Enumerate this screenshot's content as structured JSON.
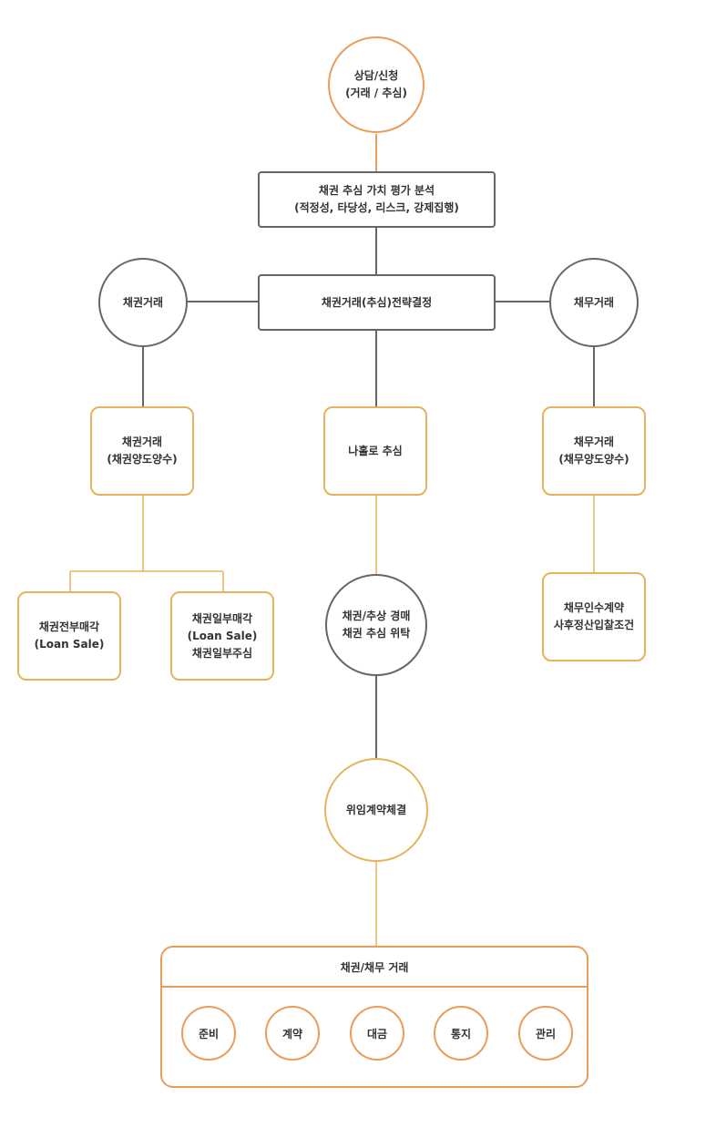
{
  "nodes": {
    "consult": "상담/신청\n(거래 / 추심)",
    "analysis": "채권 추심 가치 평가 분석\n(적정성, 타당성, 리스크, 강제집행)",
    "strategy": "채권거래(추심)전략결정",
    "bond_trade_circle": "채권거래",
    "debt_trade_circle": "채무거래",
    "bond_trade_box": "채권거래\n(채권양도양수)",
    "nahollo": "나홀로 추심",
    "debt_trade_box": "채무거래\n(채무양도양수)",
    "bond_full_sale": "채권전부매각\n(Loan Sale)",
    "bond_partial_sale": "채권일부매각\n(Loan Sale)\n채권일부주심",
    "auction": "채권/추상 경매\n채권 추심 위탁",
    "debt_contract": "채무인수계약\n사후정산입찰조건",
    "delegation": "위임계약체결"
  },
  "panel": {
    "title": "채권/채무 거래",
    "steps": [
      "준비",
      "계약",
      "대금",
      "통지",
      "관리"
    ]
  },
  "colors": {
    "gray": "#666666",
    "orange": "#e89d5b",
    "gold": "#e6b35a"
  }
}
